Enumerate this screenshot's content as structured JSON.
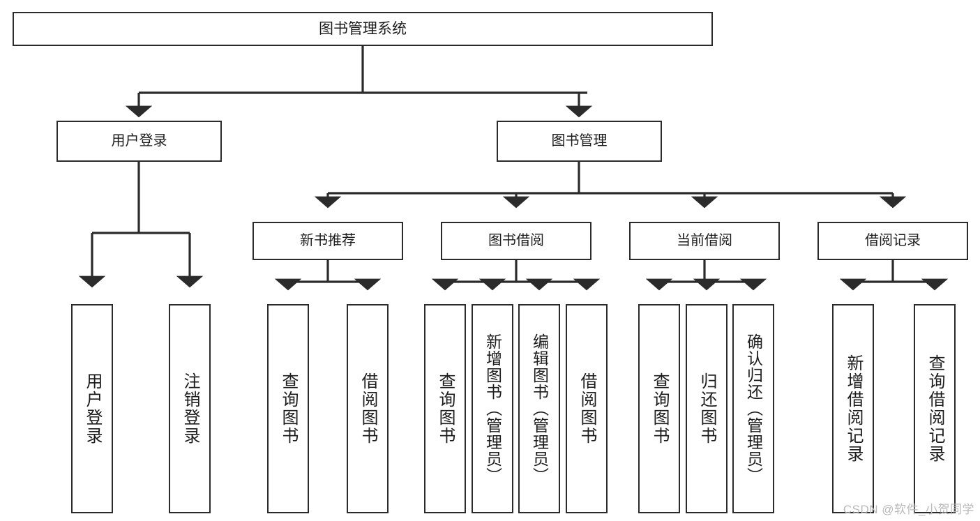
{
  "diagram": {
    "title": "图书管理系统",
    "type": "hierarchy-tree",
    "accent_color": "#2b2b2b",
    "background_color": "#ffffff",
    "root": {
      "label": "图书管理系统"
    },
    "level2": [
      {
        "label": "用户登录"
      },
      {
        "label": "图书管理"
      }
    ],
    "level3": [
      {
        "label": "新书推荐"
      },
      {
        "label": "图书借阅"
      },
      {
        "label": "当前借阅"
      },
      {
        "label": "借阅记录"
      }
    ],
    "leaves": {
      "user_login": [
        {
          "label": "用户登录"
        },
        {
          "label": "注销登录"
        }
      ],
      "new_book_recommend": [
        {
          "label": "查询图书"
        },
        {
          "label": "借阅图书"
        }
      ],
      "book_borrow": [
        {
          "label": "查询图书"
        },
        {
          "label": "新增图书（管理员）"
        },
        {
          "label": "编辑图书（管理员）"
        },
        {
          "label": "借阅图书"
        }
      ],
      "current_borrow": [
        {
          "label": "查询图书"
        },
        {
          "label": "归还图书"
        },
        {
          "label": "确认归还（管理员）"
        }
      ],
      "borrow_record": [
        {
          "label": "新增借阅记录"
        },
        {
          "label": "查询借阅记录"
        }
      ]
    }
  },
  "watermark": {
    "text": "CSDN @软件_小贺同学"
  }
}
